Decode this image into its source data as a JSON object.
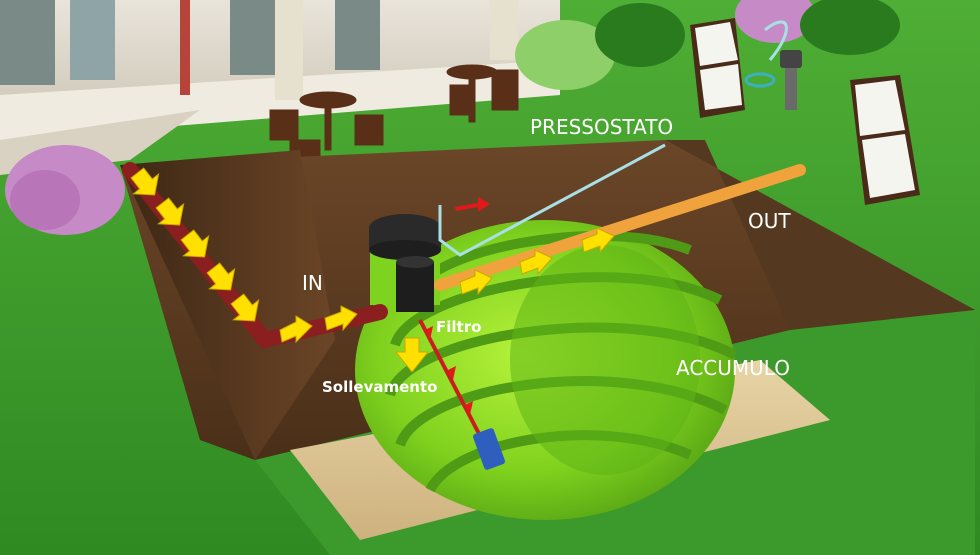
{
  "labels": {
    "pressostato": "PRESSOSTATO",
    "in": "IN",
    "out": "OUT",
    "filtro": "Filtro",
    "sollevamento": "Sollevamento",
    "accumulo": "ACCUMULO"
  },
  "colors": {
    "grass": "#3c9a2c",
    "soil": "#5a3b22",
    "tank": "#7ed321",
    "inlet_pipe": "#8b1e1e",
    "outlet_pipe": "#f0a23c",
    "flow_arrow": "#ffe000",
    "pressure_line": "#a8e0e6",
    "label_text": "#ffffff"
  }
}
